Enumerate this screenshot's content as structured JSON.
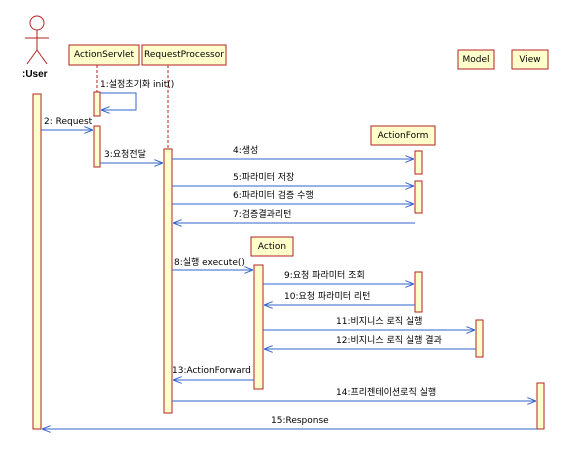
{
  "actor": {
    "name": ":User"
  },
  "objects": {
    "action_servlet": "ActionServlet",
    "request_processor": "RequestProcessor",
    "action_form": "ActionForm",
    "action": "Action",
    "model": "Model",
    "view": "View"
  },
  "messages": {
    "m1": "1:설정초기화 init()",
    "m2": "2: Request",
    "m3": "3:요청전달",
    "m4": "4:생성",
    "m5": "5:파라미터 저장",
    "m6": "6:파라미터 검증 수행",
    "m7": "7:검증결과리턴",
    "m8": "8:실행 execute()",
    "m9": "9:요청 파라미터 조회",
    "m10": "10:요청 파라미터 리턴",
    "m11": "11:비지니스 로직 실행",
    "m12": "12:비지니스 로직 실행 결과",
    "m13": "13:ActionForward",
    "m14": "14:프리젠테이션로직 실행",
    "m15": "15:Response"
  },
  "colors": {
    "box_fill": "#ffffcc",
    "box_border": "#b22222",
    "lifeline": "#b22222",
    "arrow": "#3366cc",
    "actor": "#b22222"
  }
}
